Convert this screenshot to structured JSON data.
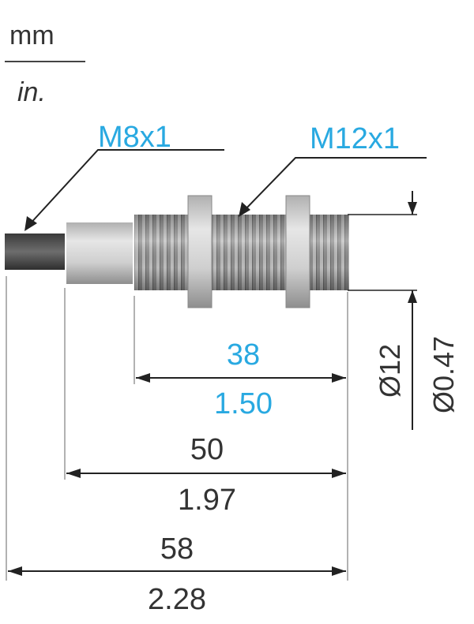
{
  "units": {
    "primary": "mm",
    "secondary": "in."
  },
  "callouts": {
    "tip_thread": "M8x1",
    "body_thread": "M12x1"
  },
  "dimensions": {
    "thread_length_mm": "38",
    "thread_length_in": "1.50",
    "body_length_mm": "50",
    "body_length_in": "1.97",
    "overall_length_mm": "58",
    "overall_length_in": "2.28",
    "diameter_mm": "Ø12",
    "diameter_in": "Ø0.47"
  },
  "colors": {
    "accent": "#29a9e1",
    "text": "#333333",
    "line": "#222222"
  }
}
